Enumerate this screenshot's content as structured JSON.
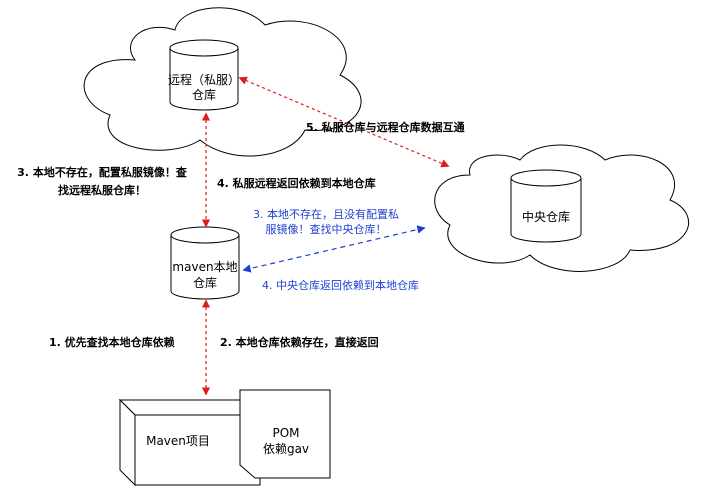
{
  "nodes": {
    "remote_repo": {
      "line1": "远程（私服）",
      "line2": "仓库"
    },
    "central_repo": {
      "label": "中央仓库"
    },
    "local_repo": {
      "line1": "maven本地",
      "line2": "仓库"
    },
    "maven_project": {
      "label": "Maven项目"
    },
    "pom": {
      "line1": "POM",
      "line2": "依赖gav"
    }
  },
  "edges": {
    "step1": "1. 优先查找本地仓库依赖",
    "step2": "2. 本地仓库依赖存在，直接返回",
    "step3_private": {
      "line1": "3. 本地不存在，配置私服镜像！查",
      "line2": "找远程私服仓库！"
    },
    "step4_private": "4. 私服远程返回依赖到本地仓库",
    "step3_central": {
      "line1": "3. 本地不存在，且没有配置私",
      "line2": "服镜像！查找中央仓库！"
    },
    "step4_central": "4. 中央仓库返回依赖到本地仓库",
    "step5": "5. 私服仓库与远程仓库数据互通"
  },
  "colors": {
    "red_dashed": "#e01b1b",
    "blue_dashed": "#1f3fd1",
    "stroke": "#000000",
    "blue_text": "#1f3fd1"
  }
}
